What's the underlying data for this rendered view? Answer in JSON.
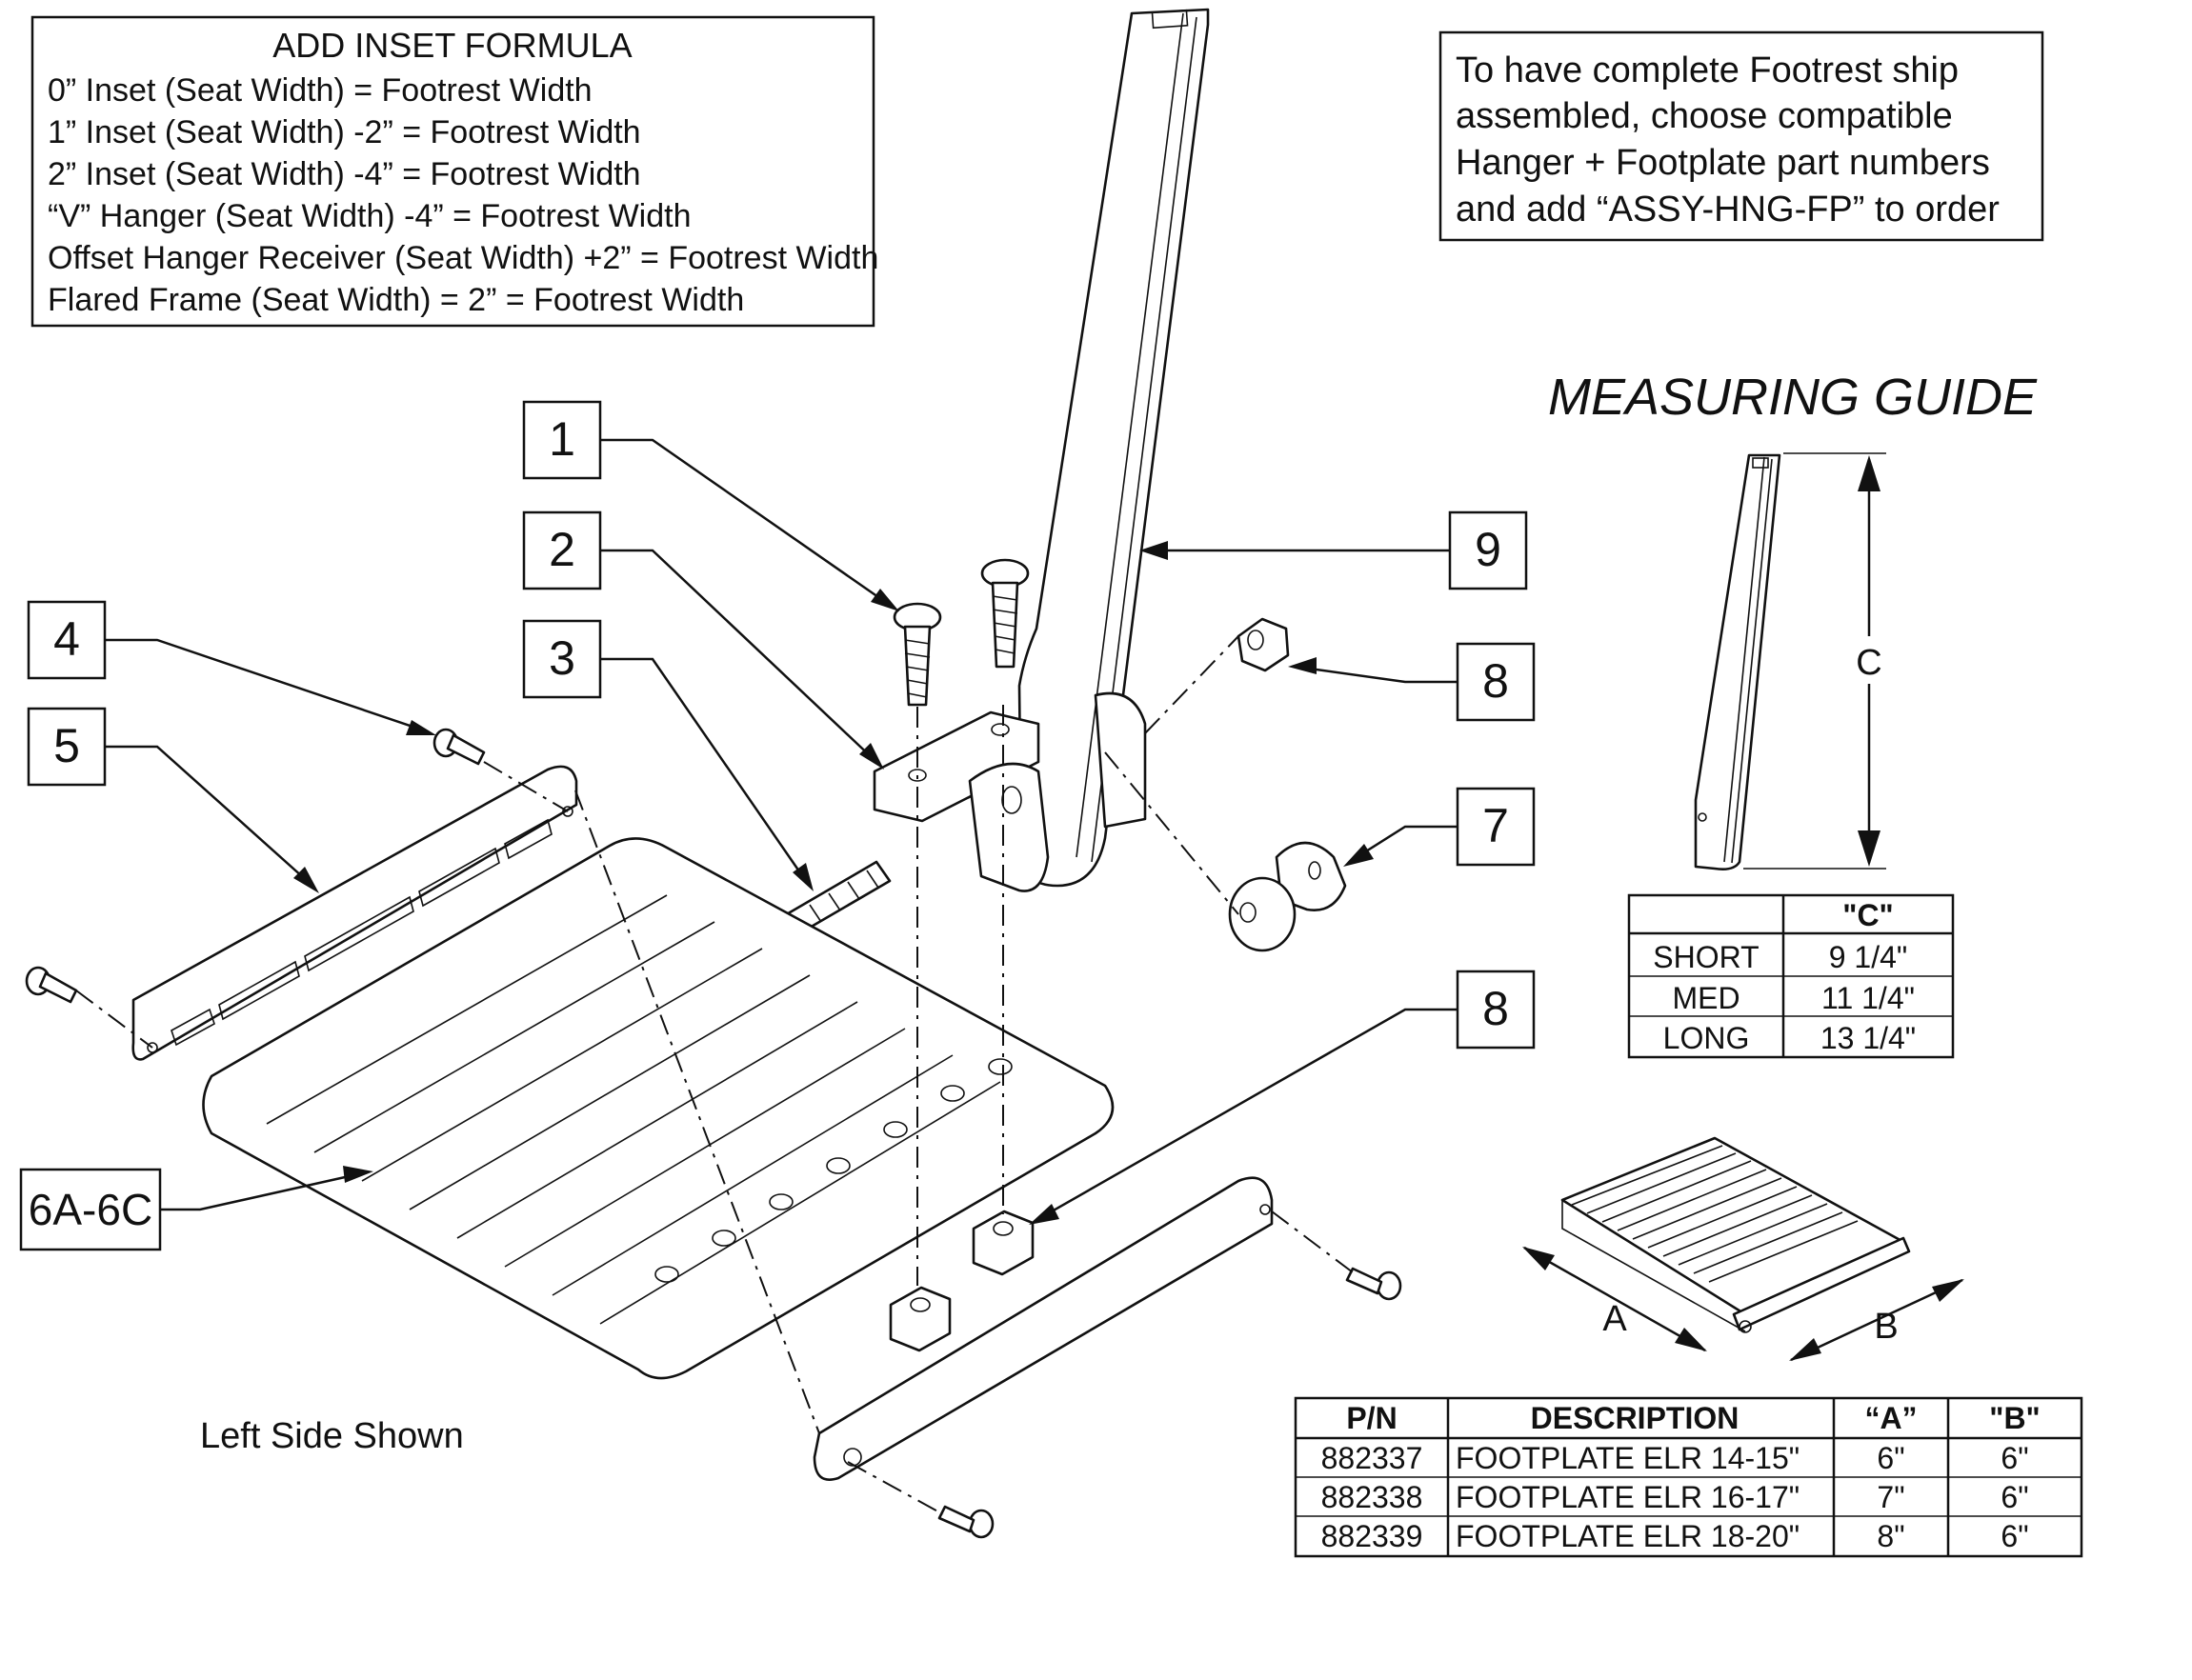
{
  "inset_formula": {
    "title": "ADD INSET FORMULA",
    "lines": [
      "0” Inset (Seat Width) = Footrest Width",
      "1” Inset (Seat Width) -2” = Footrest Width",
      "2” Inset (Seat Width) -4” = Footrest Width",
      "“V” Hanger (Seat Width) -4” = Footrest Width",
      "Offset Hanger Receiver (Seat Width) +2” = Footrest Width",
      "Flared Frame (Seat Width) = 2” = Footrest Width"
    ]
  },
  "ship_note": {
    "lines": [
      "To have complete Footrest ship",
      "assembled, choose compatible",
      "Hanger + Footplate part numbers",
      "and add “ASSY-HNG-FP” to order"
    ]
  },
  "measuring_guide": {
    "title": "MEASURING GUIDE",
    "dim_c": "C",
    "dim_a": "A",
    "dim_b": "B"
  },
  "c_table": {
    "header": [
      "",
      "\"C\""
    ],
    "rows": [
      [
        "SHORT",
        "9 1/4\""
      ],
      [
        "MED",
        "11 1/4\""
      ],
      [
        "LONG",
        "13 1/4\""
      ]
    ]
  },
  "parts_table": {
    "header": [
      "P/N",
      "DESCRIPTION",
      "“A”",
      "\"B\""
    ],
    "rows": [
      [
        "882337",
        "FOOTPLATE ELR 14-15\"",
        "6\"",
        "6\""
      ],
      [
        "882338",
        "FOOTPLATE ELR 16-17\"",
        "7\"",
        "6\""
      ],
      [
        "882339",
        "FOOTPLATE ELR 18-20\"",
        "8\"",
        "6\""
      ]
    ]
  },
  "callouts": {
    "c1": "1",
    "c2": "2",
    "c3": "3",
    "c4": "4",
    "c5": "5",
    "c6": "6A-6C",
    "c7": "7",
    "c8a": "8",
    "c8b": "8",
    "c9": "9"
  },
  "footer_note": "Left Side Shown"
}
